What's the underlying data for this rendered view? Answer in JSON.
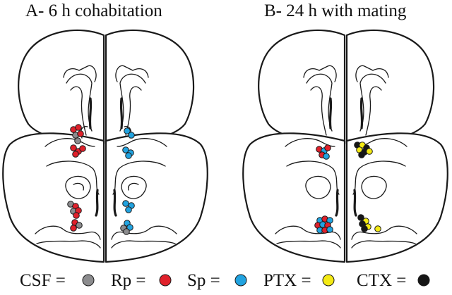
{
  "panels": [
    {
      "id": "A",
      "title": "A- 6 h cohabitation"
    },
    {
      "id": "B",
      "title": "B- 24 h with mating"
    }
  ],
  "legend": [
    {
      "label": "CSF =",
      "group": "CSF",
      "color": "#8c8c8e"
    },
    {
      "label": "Rp =",
      "group": "Rp",
      "color": "#e0212b"
    },
    {
      "label": "Sp =",
      "group": "Sp",
      "color": "#21a3e0"
    },
    {
      "label": "PTX =",
      "group": "PTX",
      "color": "#f4ea14"
    },
    {
      "label": "CTX =",
      "group": "CTX",
      "color": "#161616"
    }
  ]
}
